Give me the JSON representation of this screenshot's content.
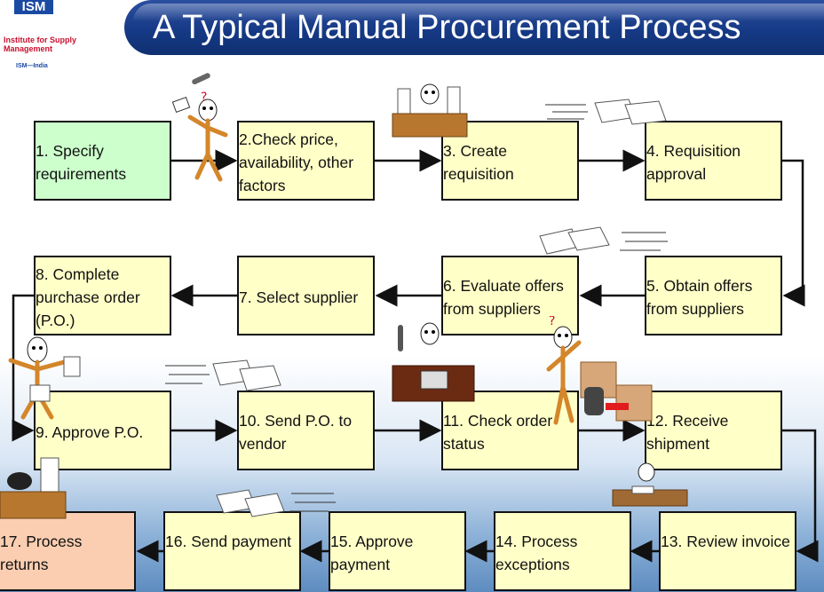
{
  "header": {
    "title": "A Typical Manual Procurement Process",
    "logo": {
      "mark": "ISM",
      "line1": "Institute for Supply Management",
      "line2": "ISM—India"
    }
  },
  "steps": [
    "1. Specify requirements",
    "2.Check price, availability, other factors",
    "3. Create requisition",
    "4. Requisition approval",
    "5. Obtain offers from suppliers",
    "6. Evaluate offers from suppliers",
    "7. Select supplier",
    "8. Complete purchase order (P.O.)",
    "9. Approve P.O.",
    "10. Send P.O. to vendor",
    "11. Check order status",
    "12. Receive shipment",
    "13. Review invoice",
    "14. Process exceptions",
    "15. Approve payment",
    "16. Send payment",
    "17. Process returns"
  ],
  "icons": [
    "stick-figure-icon",
    "desk-figure-icon",
    "paper-stack-icon",
    "phone-figure-icon",
    "package-icon"
  ]
}
